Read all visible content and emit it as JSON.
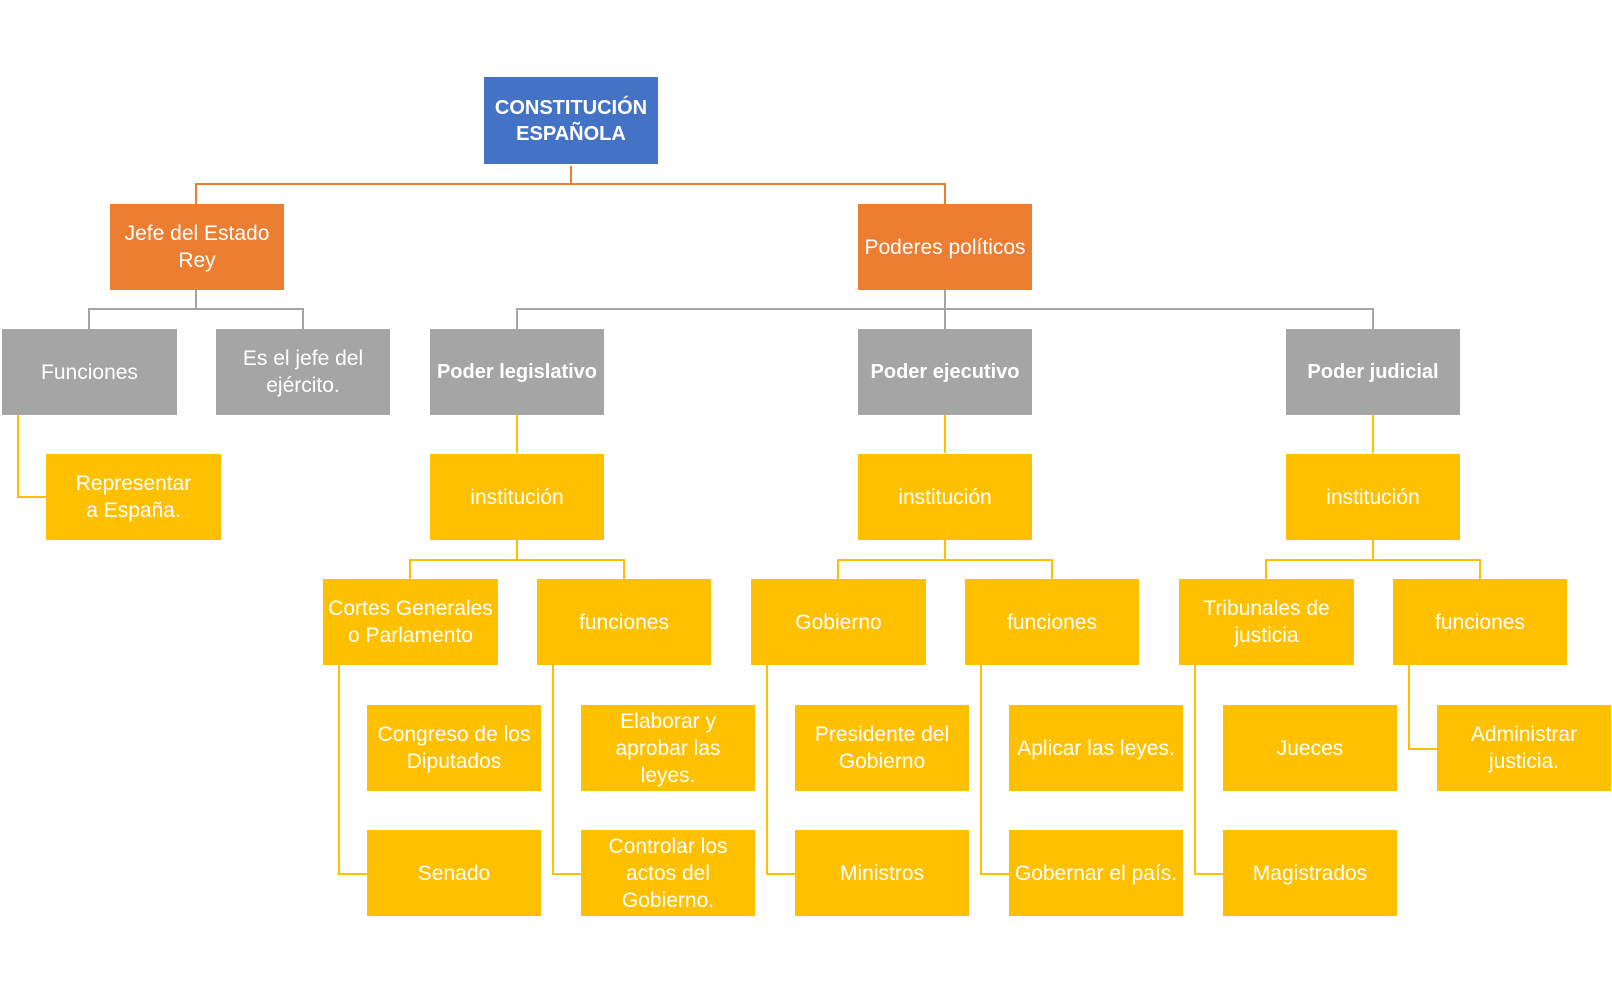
{
  "colors": {
    "root": "#4472c4",
    "level1": "#ed7d31",
    "level2": "#a5a5a5",
    "leaf": "#ffc000",
    "connector_orange": "#ed7d31",
    "connector_gray": "#a5a5a5",
    "connector_gold": "#ffc000"
  },
  "root": "CONSTITUCIÓN ESPAÑOLA",
  "jefe_estado": {
    "label": "Jefe del Estado\nRey",
    "funciones": "Funciones",
    "ejercito": "Es el jefe del ejército.",
    "representar": "Representar a España."
  },
  "poderes": {
    "label": "Poderes políticos",
    "legislativo": {
      "label": "Poder legislativo",
      "institucion": "institución",
      "organo": "Cortes Generales o Parlamento",
      "funciones": "funciones",
      "organo_items": [
        "Congreso de los Diputados",
        "Senado"
      ],
      "funciones_items": [
        "Elaborar y aprobar las leyes.",
        "Controlar los actos del Gobierno."
      ]
    },
    "ejecutivo": {
      "label": "Poder ejecutivo",
      "institucion": "institución",
      "organo": "Gobierno",
      "funciones": "funciones",
      "organo_items": [
        "Presidente del Gobierno",
        "Ministros"
      ],
      "funciones_items": [
        "Aplicar las leyes.",
        "Gobernar el país."
      ]
    },
    "judicial": {
      "label": "Poder judicial",
      "institucion": "institución",
      "organo": "Tribunales de justicia",
      "funciones": "funciones",
      "organo_items": [
        "Jueces",
        "Magistrados"
      ],
      "funciones_items": [
        "Administrar justicia."
      ]
    }
  }
}
